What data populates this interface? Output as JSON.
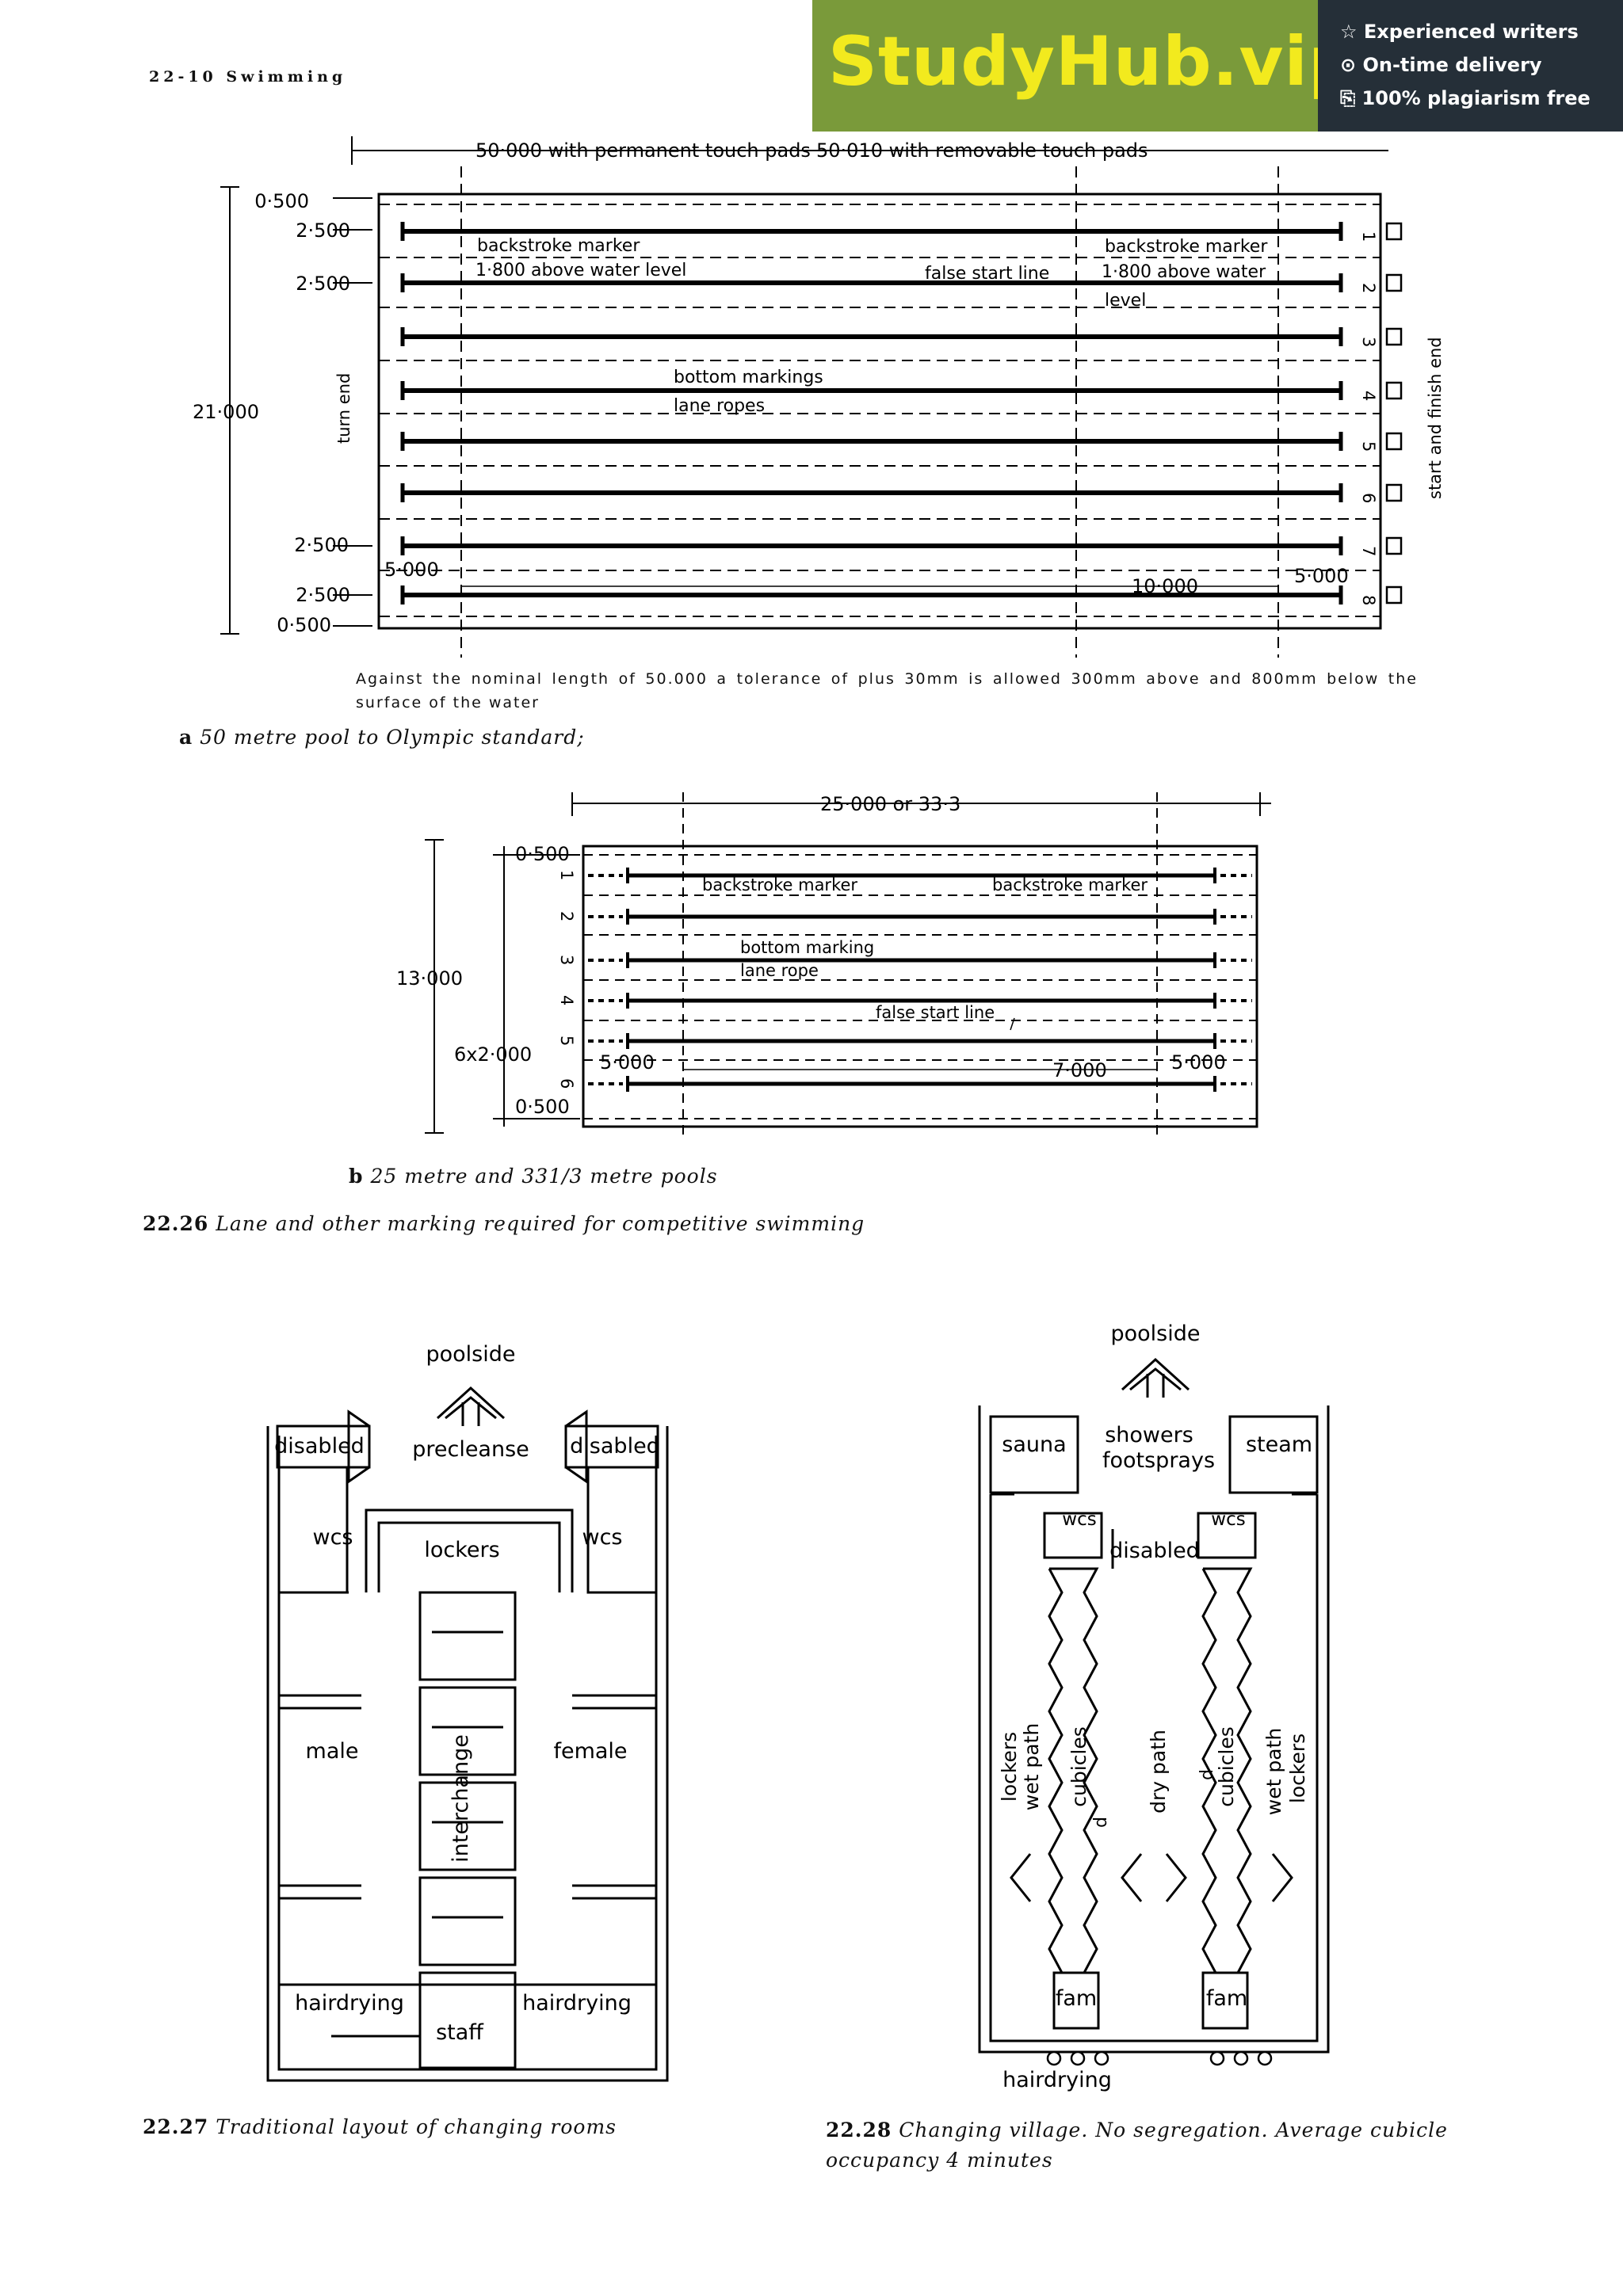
{
  "header": {
    "page_ref": "22-10 Swimming"
  },
  "banner": {
    "brand": "StudyHub.vip",
    "points": [
      "☆ Experienced writers",
      "⊙ On-time delivery",
      "⎘ 100% plagiarism free"
    ]
  },
  "fig_a": {
    "dim_top_left": "50·000 with permanent touch pads",
    "dim_top_right": "50·010 with removable touch pads",
    "dims_left": [
      "0·500",
      "2·500",
      "2·500",
      "21·000",
      "2·500",
      "2·500",
      "0·500"
    ],
    "turn_end": "turn end",
    "start_end": "start and finish end",
    "backstroke_left": "backstroke marker",
    "height_left": "1·800 above water level",
    "backstroke_right": "backstroke marker",
    "height_right": "1·800 above water",
    "level": "level",
    "false_start": "false start line",
    "bottom_markings": "bottom markings",
    "lane_ropes": "lane ropes",
    "dim_5_left": "5·000",
    "dim_10": "10·000",
    "dim_5_right": "5·000",
    "lanes": [
      "1",
      "2",
      "3",
      "4",
      "5",
      "6",
      "7",
      "8"
    ],
    "note": "Against the nominal length of 50.000 a tolerance of plus 30mm is allowed 300mm above and 800mm below the surface of the water",
    "caption_letter": "a",
    "caption": "50 metre pool to Olympic standard;"
  },
  "fig_b": {
    "dim_top": "25·000 or 33·3",
    "dim_top_05": "0·500",
    "dim_13": "13·000",
    "dim_6x2": "6x2·000",
    "dim_bot_05": "0·500",
    "backstroke_left": "backstroke marker",
    "backstroke_right": "backstroke marker",
    "bottom_marking": "bottom marking",
    "lane_rope": "lane rope",
    "false_start": "false start line",
    "dim_5_left": "5·000",
    "dim_7": "7·000",
    "dim_5_right": "5·000",
    "lanes": [
      "1",
      "2",
      "3",
      "4",
      "5",
      "6"
    ],
    "caption_letter": "b",
    "caption": "25 metre and 331/3 metre pools"
  },
  "caption_2226": {
    "num": "22.26",
    "text": "Lane and other marking required for competitive swimming"
  },
  "fig_2227": {
    "poolside": "poolside",
    "precleanse": "precleanse",
    "disabled_left": "disabled",
    "disabled_right": "disabled",
    "wcs_left": "wcs",
    "wcs_right": "wcs",
    "lockers": "lockers",
    "male": "male",
    "female": "female",
    "interchange": "interchange",
    "hairdrying_left": "hairdrying",
    "hairdrying_right": "hairdrying",
    "staff": "staff",
    "caption_num": "22.27",
    "caption": "Traditional layout of changing rooms"
  },
  "fig_2228": {
    "poolside": "poolside",
    "sauna": "sauna",
    "showers": "showers",
    "footsprays": "footsprays",
    "steam": "steam",
    "wcs_left": "wcs",
    "wcs_right": "wcs",
    "disabled": "disabled",
    "lockers_left": "lockers",
    "wet_path_left": "wet path",
    "cubicles_left": "cubicles",
    "d_left": "d",
    "dry_path": "dry path",
    "cubicles_right": "cubicles",
    "d_right": "d",
    "wet_path_right": "wet path",
    "lockers_right": "lockers",
    "fam_left": "fam",
    "fam_right": "fam",
    "hairdrying": "hairdrying",
    "caption_num": "22.28",
    "caption_line1": "Changing village. No segregation. Average cubicle",
    "caption_line2": "occupancy 4 minutes"
  }
}
